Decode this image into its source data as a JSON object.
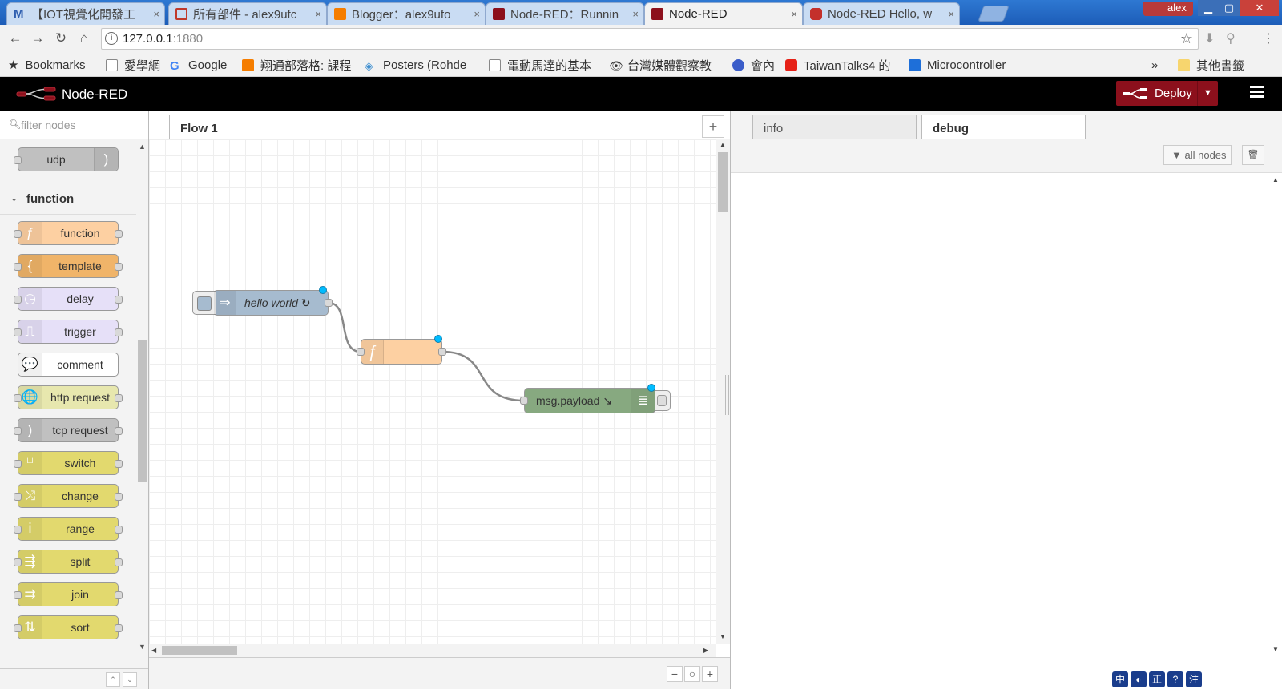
{
  "browser": {
    "tabs": [
      {
        "label": "【IOT視覺化開發工",
        "favicon": "M",
        "favicon_color": "#2f5fb0"
      },
      {
        "label": "所有部件 - alex9ufc",
        "favicon": "B",
        "favicon_color": "#c0392b"
      },
      {
        "label": "Blogger：alex9ufo",
        "favicon": "B",
        "favicon_color": "#f57d00"
      },
      {
        "label": "Node-RED：Runnin",
        "favicon": "N",
        "favicon_color": "#8c101c"
      },
      {
        "label": "Node-RED",
        "favicon": "N",
        "favicon_color": "#8c101c"
      },
      {
        "label": "Node-RED Hello, w",
        "favicon": "Y",
        "favicon_color": "#c4302b"
      }
    ],
    "close_glyph": "×",
    "window_user": "alex",
    "url_host": "127.0.0.1",
    "url_port": ":1880",
    "bookmarks_label": "Bookmarks",
    "bookmarks": [
      {
        "label": "愛學網"
      },
      {
        "label": "Google"
      },
      {
        "label": "翔通部落格: 課程"
      },
      {
        "label": "Posters (Rohde"
      },
      {
        "label": "電動馬達的基本"
      },
      {
        "label": "台灣媒體觀察教"
      },
      {
        "label": "會內"
      },
      {
        "label": "TaiwanTalks4 的"
      },
      {
        "label": "Microcontroller"
      }
    ],
    "bookmarks_more": "»",
    "other_bookmarks": "其他書籤"
  },
  "app": {
    "title": "Node-RED",
    "deploy_label": "Deploy",
    "accent": "#8c101c"
  },
  "palette": {
    "filter_placeholder": "filter nodes",
    "prev_node": {
      "label": "udp",
      "color": "#c0c0c0"
    },
    "category": "function",
    "nodes": [
      {
        "label": "function",
        "color": "#fdd0a2",
        "icon": "ƒ"
      },
      {
        "label": "template",
        "color": "#f0b469",
        "icon": "{"
      },
      {
        "label": "delay",
        "color": "#e6e0f8",
        "icon": "◷"
      },
      {
        "label": "trigger",
        "color": "#e6e0f8",
        "icon": "⎍"
      },
      {
        "label": "comment",
        "color": "#ffffff",
        "icon": "💬"
      },
      {
        "label": "http request",
        "color": "#e7e7ae",
        "icon": "🌐"
      },
      {
        "label": "tcp request",
        "color": "#c0c0c0",
        "icon": ")"
      },
      {
        "label": "switch",
        "color": "#e2d96e",
        "icon": "⑂"
      },
      {
        "label": "change",
        "color": "#e2d96e",
        "icon": "⤨"
      },
      {
        "label": "range",
        "color": "#e2d96e",
        "icon": "ⅰ"
      },
      {
        "label": "split",
        "color": "#e2d96e",
        "icon": "⇶"
      },
      {
        "label": "join",
        "color": "#e2d96e",
        "icon": "⇉"
      },
      {
        "label": "sort",
        "color": "#e2d96e",
        "icon": "⇅"
      }
    ]
  },
  "workspace": {
    "flow_tab": "Flow 1",
    "add_flow": "+",
    "zoom_out": "−",
    "zoom_reset": "○",
    "zoom_in": "+",
    "flow_nodes": {
      "inject": {
        "label": "hello world ↻",
        "color": "#a6bbcf",
        "icon": "⇒"
      },
      "function": {
        "label": "",
        "color": "#fdd0a2",
        "icon": "ƒ"
      },
      "debug": {
        "label": "msg.payload ↘",
        "color": "#87a980",
        "icon": "≣"
      }
    }
  },
  "sidebar": {
    "tabs": [
      "info",
      "debug"
    ],
    "active_tab": "debug",
    "filter_label": "all nodes",
    "clear_icon": "trash-icon"
  },
  "ime": [
    "中",
    "◐",
    "正",
    "?",
    "注"
  ]
}
